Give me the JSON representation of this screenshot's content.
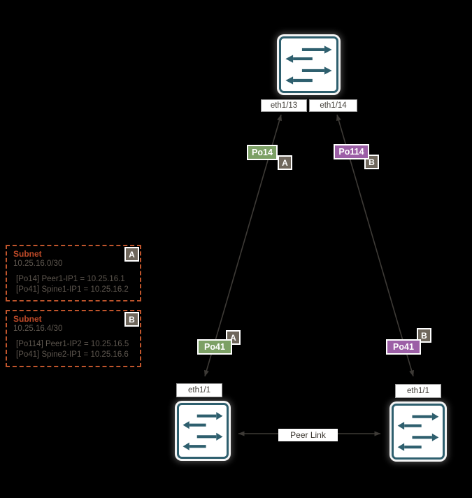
{
  "diagram": {
    "spine": {
      "port_left": "eth1/13",
      "port_right": "eth1/14"
    },
    "port_channels": {
      "spine_left": "Po14",
      "spine_right": "Po114",
      "leaf_left": "Po41",
      "leaf_right": "Po41"
    },
    "leaves": {
      "left_port": "eth1/1",
      "right_port": "eth1/1"
    },
    "peer_link_label": "Peer Link",
    "badge_a": "A",
    "badge_b": "B",
    "subnets": [
      {
        "title": "Subnet",
        "cidr": "10.25.16.0/30",
        "badge": "A",
        "entries": [
          "[Po14] Peer1-IP1 = 10.25.16.1",
          "[Po41] Spine1-IP1 = 10.25.16.2"
        ]
      },
      {
        "title": "Subnet",
        "cidr": "10.25.16.4/30",
        "badge": "B",
        "entries": [
          "[Po114] Peer1-IP2 = 10.25.16.5",
          "[Po41] Spine2-IP1 = 10.25.16.6"
        ]
      }
    ],
    "icons": {
      "switch": "bidirectional-arrows-switch-icon"
    },
    "colors": {
      "background": "#000000",
      "switch_teal": "#2e5f6e",
      "po_green": "#7ca065",
      "po_purple": "#9c5fa6",
      "badge_gray": "#6f675c",
      "subnet_accent_orange": "#c0552c",
      "subnet_title_orange": "#bf4a28",
      "wire_gray": "#3d3a36"
    }
  }
}
